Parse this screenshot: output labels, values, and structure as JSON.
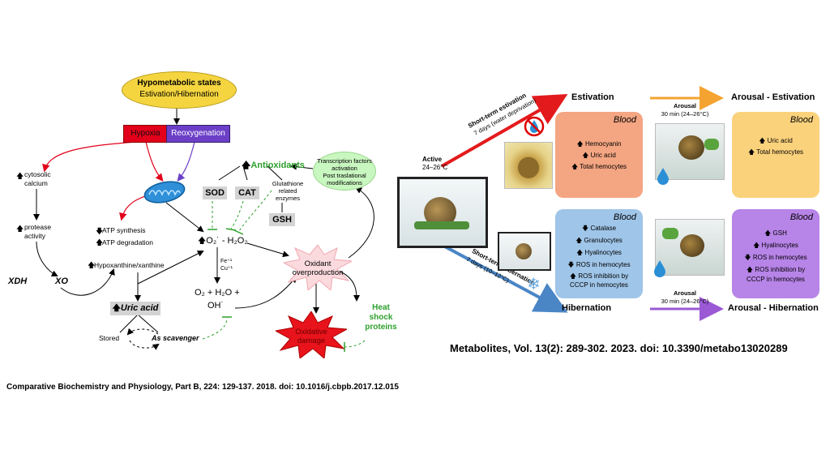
{
  "left": {
    "hypometabolic_title": "Hypometabolic states",
    "hypometabolic_sub": "Estivation/Hibernation",
    "hypoxia": "Hypoxia",
    "reoxygenation": "Reoxygenation",
    "cytosolic_calcium_1": "cytosolic",
    "cytosolic_calcium_2": "calcium",
    "protease_1": "protease",
    "protease_2": "activity",
    "xdh": "XDH",
    "xo": "XO",
    "atp_synthesis": "ATP synthesis",
    "atp_degradation": "ATP degradation",
    "hypoxanthine": "Hypoxanthine/xanthine",
    "uric_acid": "Uric acid",
    "stored": "Stored",
    "as_scavenger": "As scavenger",
    "antioxidants": "Antioxidants",
    "sod": "SOD",
    "cat": "CAT",
    "glutathione_1": "Glutathione",
    "glutathione_2": "related",
    "glutathione_3": "enzymes",
    "gsh": "GSH",
    "transcription_1": "Transcription factors",
    "transcription_2": "activation",
    "transcription_3": "Post traslational",
    "transcription_4": "modifications",
    "ros": "O₂˙ - H₂O₂",
    "fe": "Fe⁺¹",
    "cu": "Cu⁺¹",
    "water": "O₂ + H₂O +",
    "oh": "OH˙",
    "oxidant_1": "Oxidant",
    "oxidant_2": "overproduction",
    "oxidative_1": "Oxidative",
    "oxidative_2": "damage",
    "heat_1": "Heat",
    "heat_2": "shock",
    "heat_3": "proteins",
    "citation": "Comparative Biochemistry and Physiology, Part B, 224: 129-137. 2018. doi: 10.1016/j.cbpb.2017.12.015"
  },
  "right": {
    "active": "Active",
    "active_temp": "24–26°C",
    "st_estivation_1": "Short-term estivation",
    "st_estivation_2": "7 days (water deprivation)",
    "st_hibernation_1": "Short-term hibernation",
    "st_hibernation_2": "7 days (10–12°C)",
    "estivation": "Estivation",
    "hibernation": "Hibernation",
    "arousal": "Arousal",
    "arousal_time": "30 min (24–26°C)",
    "arousal_estivation": "Arousal - Estivation",
    "arousal_hibernation": "Arousal - Hibernation",
    "blood": "Blood",
    "est_blood": [
      "Hemocyanin",
      "Uric acid",
      "Total  hemocytes"
    ],
    "hib_blood": [
      "Catalase",
      "Granulocytes",
      "Hyalinocytes",
      "ROS  in hemocytes",
      "ROS  inhibition  by",
      "CCCP  in hemocytes"
    ],
    "ar_est_blood": [
      "Uric acid",
      "Total  hemocytes"
    ],
    "ar_hib_blood": [
      "GSH",
      "Hyalinocytes",
      "ROS  in hemocytes",
      "ROS  inhibition  by",
      "CCCP  in hemocytes"
    ],
    "citation": "Metabolites, Vol. 13(2): 289-302. 2023. doi: 10.3390/metabo13020289"
  },
  "colors": {
    "estivation_panel": "#f4a582",
    "hibernation_panel": "#9fc5e8",
    "ar_est_panel": "#fbd27c",
    "ar_hib_panel": "#b784e8",
    "red_arrow": "#e31a1c",
    "blue_arrow": "#4a86c6",
    "orange_arrow": "#f4a330",
    "purple_arrow": "#9b59d6",
    "green": "#2ca02c"
  }
}
